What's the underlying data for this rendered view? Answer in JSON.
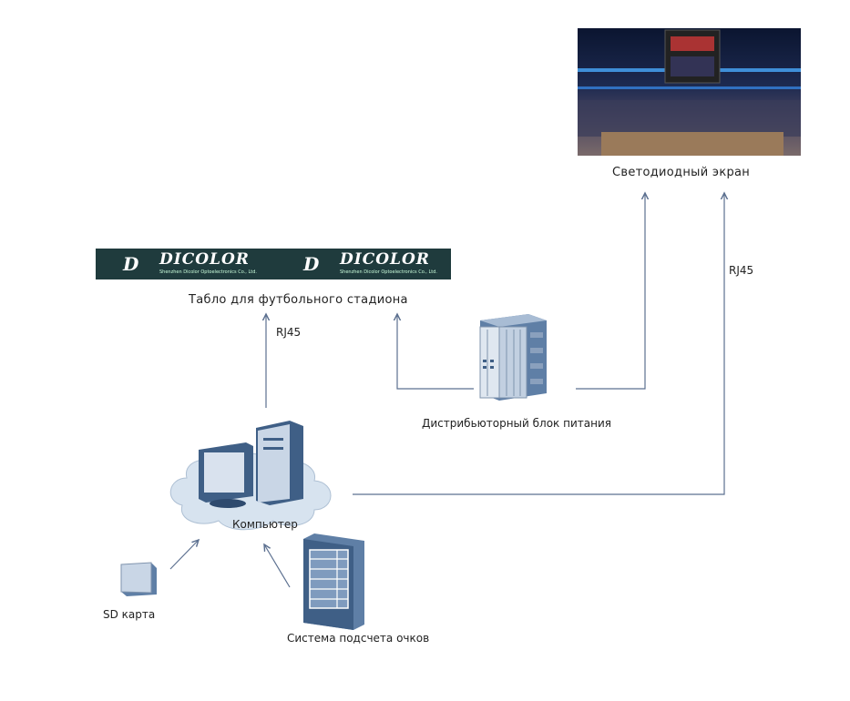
{
  "nodes": {
    "led_screen": {
      "label": "Светодиодный экран"
    },
    "stadium_board": {
      "label": "Табло для футбольного стадиона",
      "logo_text": "DICOLOR",
      "logo_subtext": "Shenzhen Dicolor Optoelectronics Co., Ltd."
    },
    "power_distribution": {
      "label": "Дистрибьюторный блок питания"
    },
    "computer": {
      "label": "Компьютер"
    },
    "sd_card": {
      "label": "SD карта"
    },
    "scoring_system": {
      "label": "Система подсчета очков"
    }
  },
  "connections": {
    "left_rj45": "RJ45",
    "right_rj45": "RJ45"
  },
  "colors": {
    "line": "#5c7090",
    "device": "#3f5f86",
    "device_light": "#c9d6e6",
    "banner": "#1f3b3d"
  }
}
